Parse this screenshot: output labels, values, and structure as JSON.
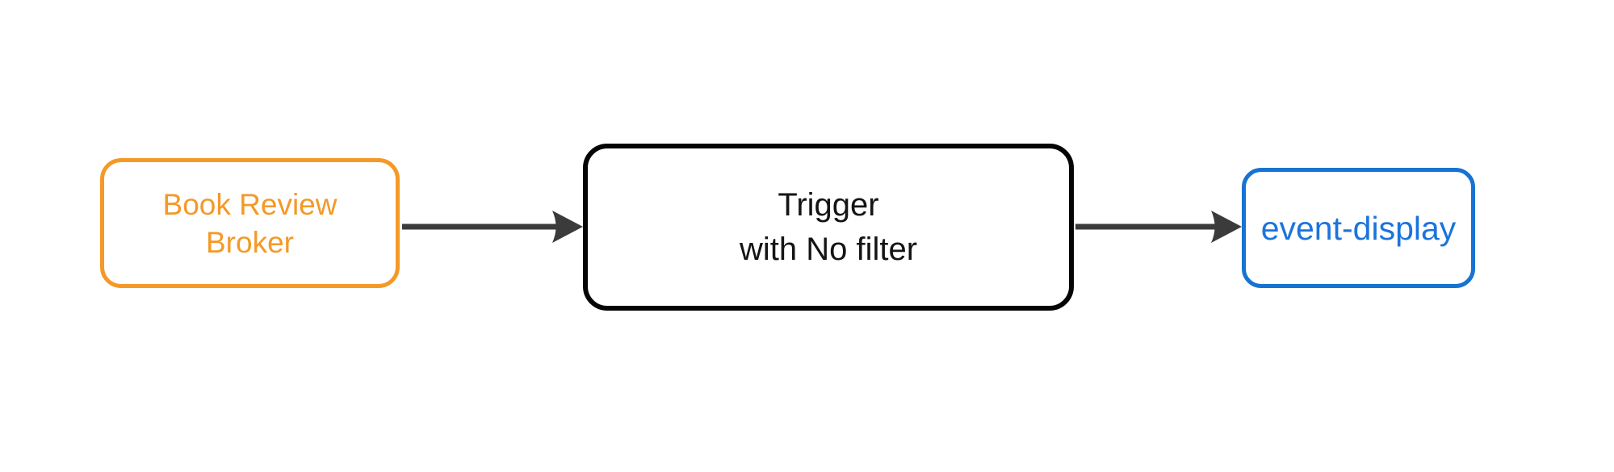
{
  "diagram": {
    "background_color": "#ffffff",
    "nodes": [
      {
        "id": "book-review-broker",
        "label": "Book Review Broker",
        "label_lines": [
          "Book Review",
          "Broker"
        ],
        "border_color": "#F49928",
        "text_color": "#F49928"
      },
      {
        "id": "trigger",
        "label": "Trigger with No filter",
        "label_lines": [
          "Trigger",
          "with No filter"
        ],
        "border_color": "#050505",
        "text_color": "#141414"
      },
      {
        "id": "event-display",
        "label": "event-display",
        "label_lines": [
          "event-display"
        ],
        "border_color": "#1673D1",
        "text_color": "#1B74DC"
      }
    ],
    "edges": [
      {
        "from": "book-review-broker",
        "to": "trigger",
        "color": "#3B3B3B"
      },
      {
        "from": "trigger",
        "to": "event-display",
        "color": "#3B3B3B"
      }
    ]
  }
}
